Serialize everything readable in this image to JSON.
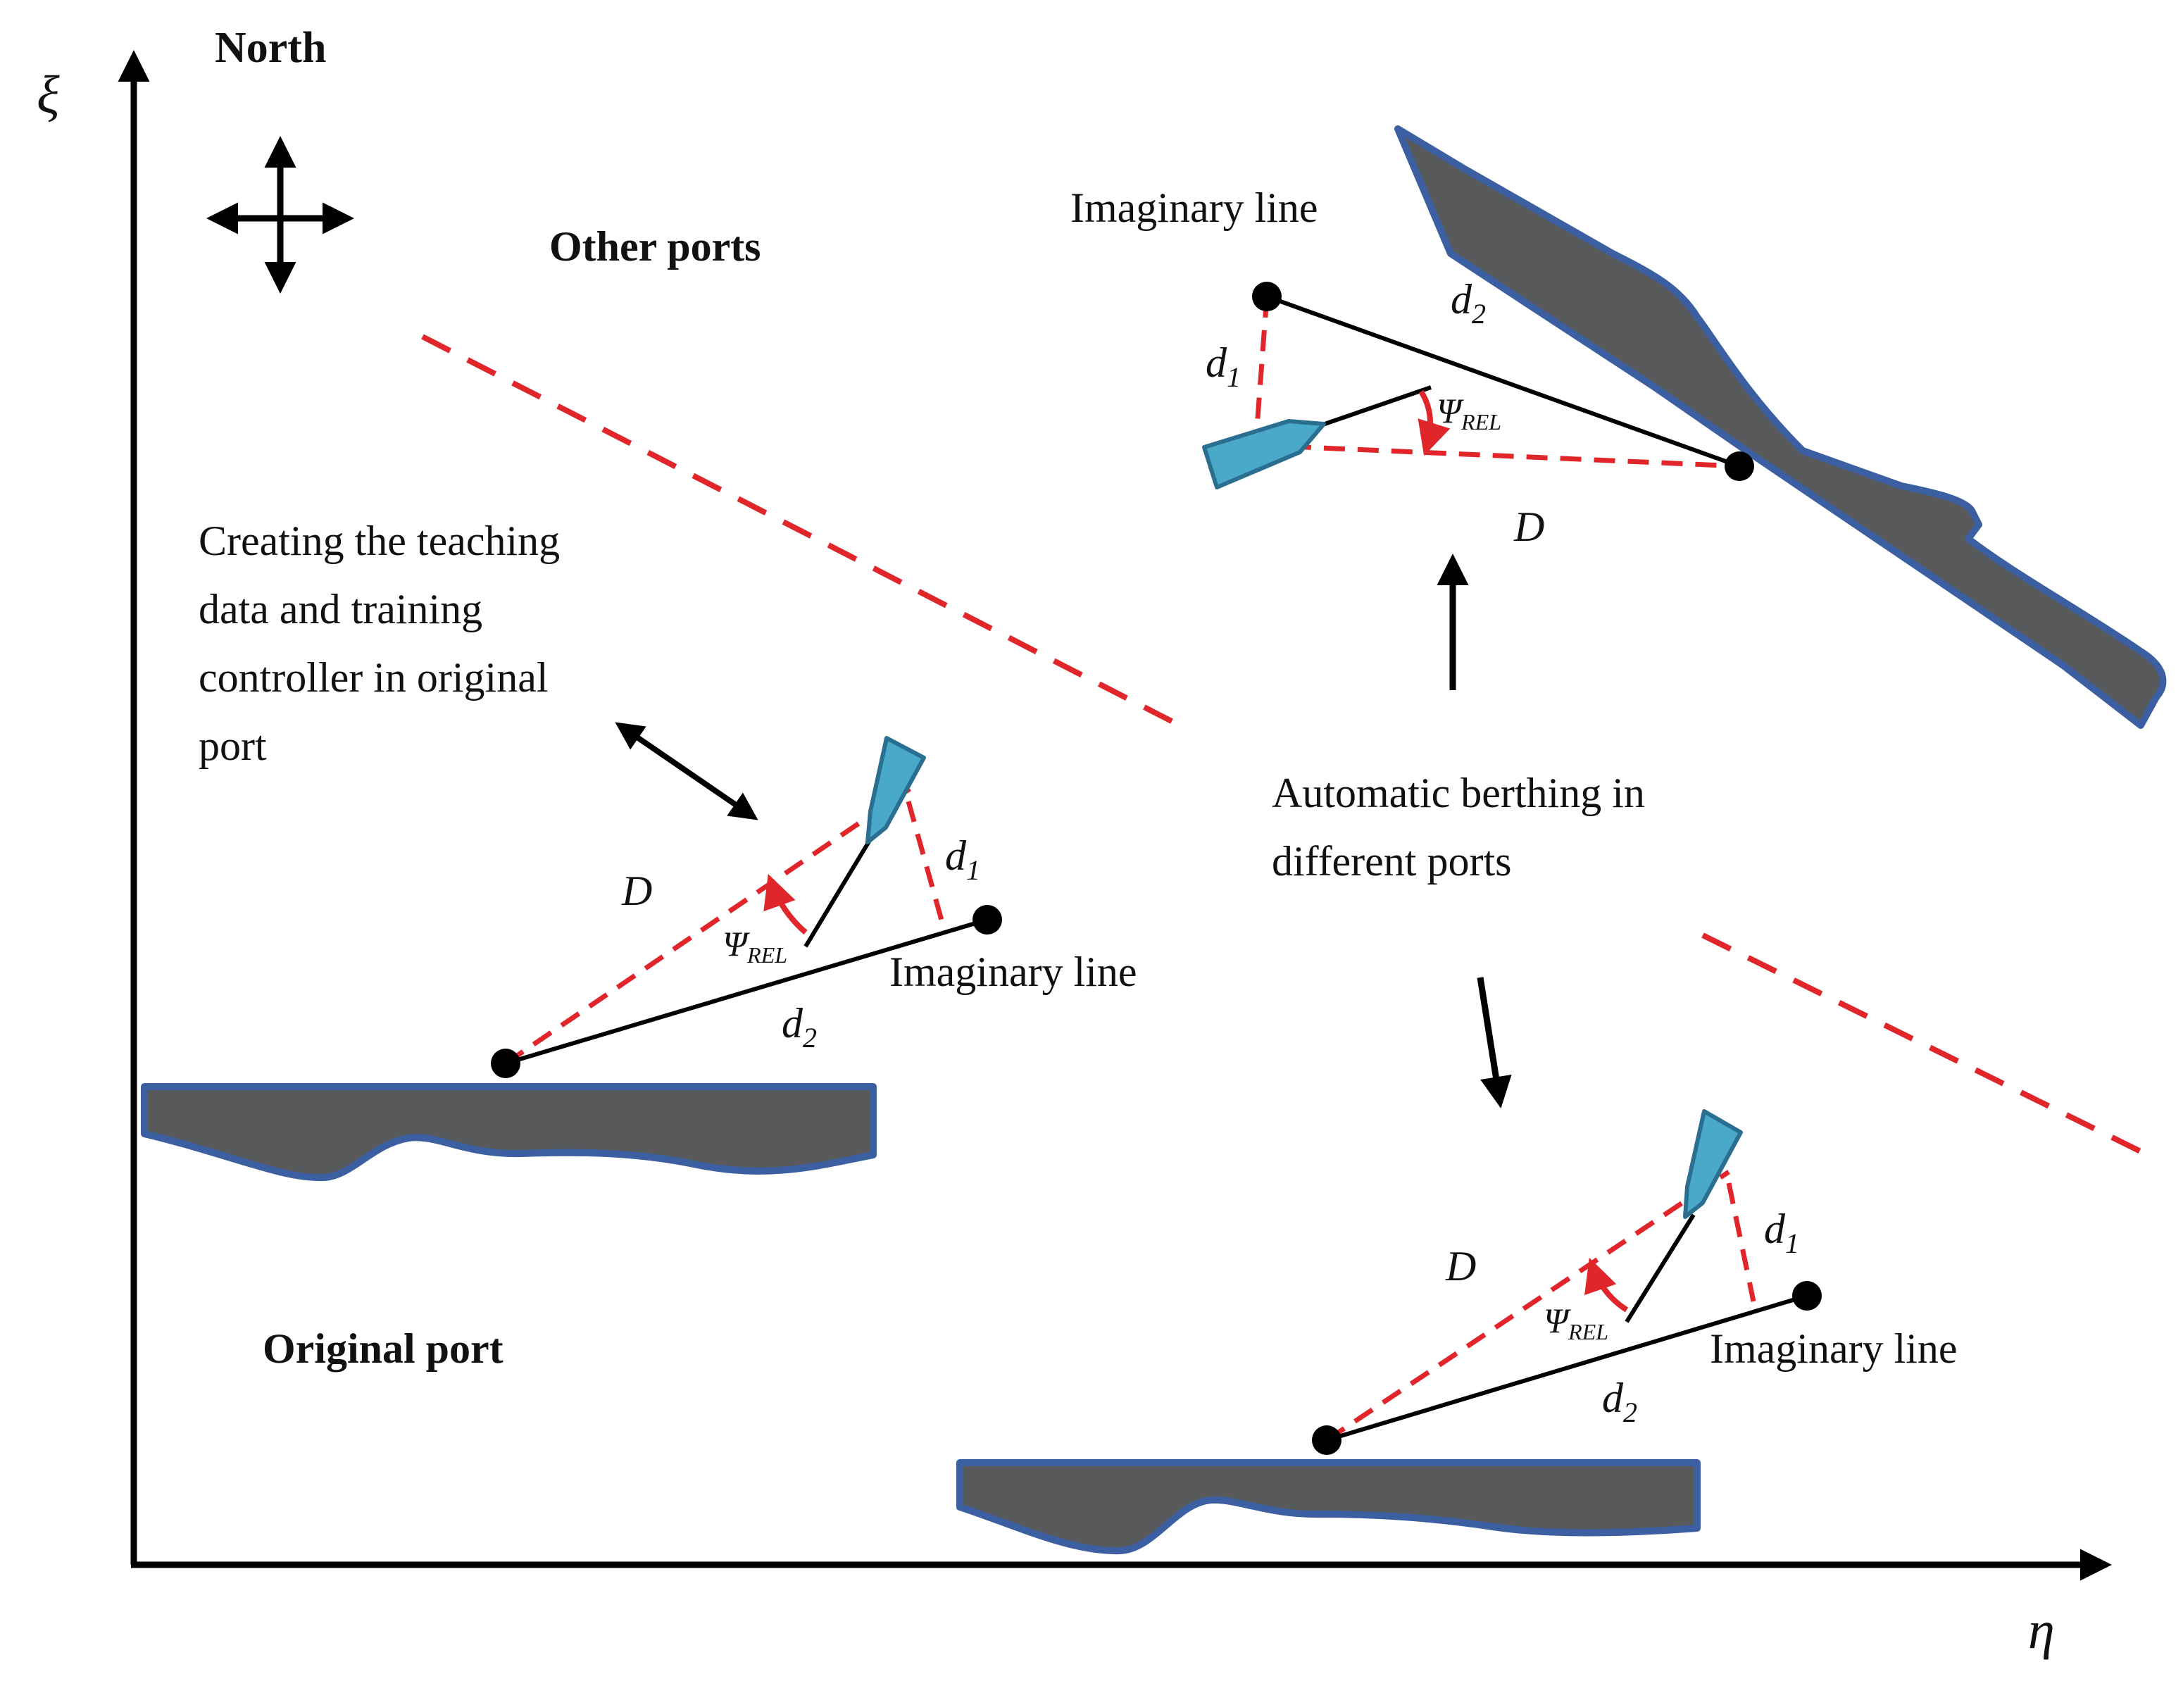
{
  "axes": {
    "vertical_symbol": "ξ",
    "horizontal_symbol": "η"
  },
  "compass": {
    "label": "North"
  },
  "regions": {
    "other_ports": "Other ports",
    "original_port": "Original port"
  },
  "notes": {
    "training_lines": [
      "Creating the teaching",
      "data and training",
      "controller in original",
      "port"
    ],
    "berthing_lines": [
      "Automatic berthing in",
      "different ports"
    ]
  },
  "geometry_labels": {
    "imaginary_line": "Imaginary line",
    "distance": "D",
    "d": "d",
    "sub1": "1",
    "sub2": "2",
    "psi": "Ψ",
    "rel": "REL"
  },
  "colors": {
    "quay_fill": "#58595b",
    "quay_edge": "#3b5fa0",
    "ship_fill": "#4aa8c8",
    "ship_edge": "#2a6f8f",
    "boundary": "#e0262a"
  }
}
